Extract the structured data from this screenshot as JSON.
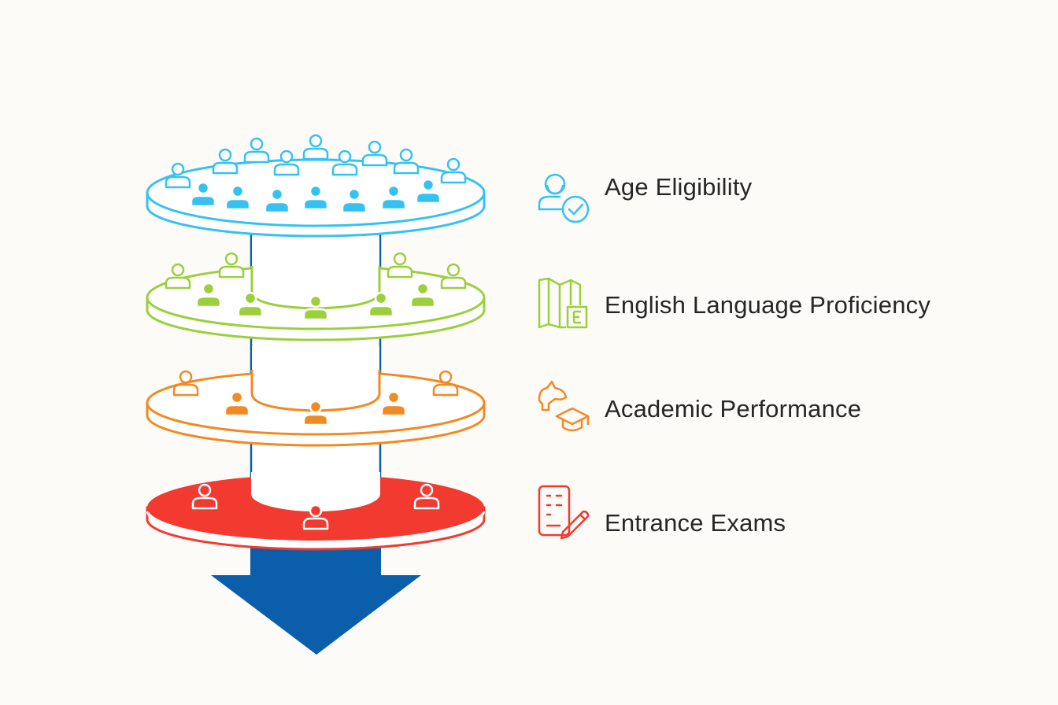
{
  "stages": [
    {
      "label": "Age Eligibility",
      "icon": "person-check-icon",
      "color": "#35c2f1"
    },
    {
      "label": "English Language Proficiency",
      "icon": "language-book-icon",
      "color": "#9bcf3c"
    },
    {
      "label": "Academic Performance",
      "icon": "mortarboard-icon",
      "color": "#f18a22"
    },
    {
      "label": "Entrance Exams",
      "icon": "exam-pencil-icon",
      "color": "#f23a31"
    }
  ],
  "arrow_color": "#0b5faa",
  "pillar_color": "#0b5faa"
}
